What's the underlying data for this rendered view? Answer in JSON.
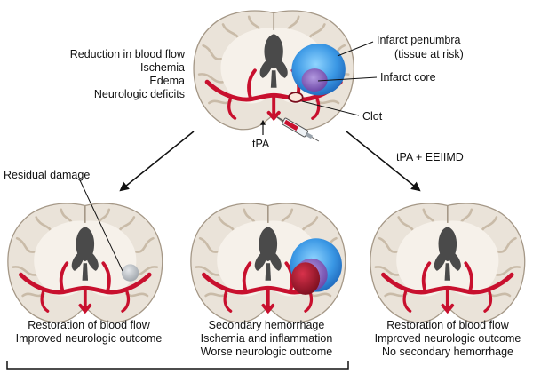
{
  "top": {
    "symptoms": [
      "Reduction in blood flow",
      "Ischemia",
      "Edema",
      "Neurologic deficits"
    ],
    "penumbra_label": "Infarct penumbra",
    "penumbra_sublabel": "(tissue at risk)",
    "core_label": "Infarct core",
    "clot_label": "Clot",
    "drug_label": "tPA"
  },
  "arrows": {
    "right_label": "tPA + EEIIMD"
  },
  "left": {
    "residual_label": "Residual damage",
    "outcome": [
      "Restoration of blood flow",
      "Improved neurologic outcome"
    ]
  },
  "middle": {
    "outcome": [
      "Secondary hemorrhage",
      "Ischemia and inflammation",
      "Worse neurologic outcome"
    ]
  },
  "right": {
    "outcome": [
      "Restoration of blood flow",
      "Improved neurologic outcome",
      "No secondary hemorrhage"
    ]
  },
  "colors": {
    "brain_fill": "#eae3d9",
    "brain_stroke": "#a59887",
    "gyri": "#c9bba8",
    "white_matter": "#f6f1ea",
    "ventricle": "#4a4a4a",
    "artery": "#c8102e",
    "penumbra": "#2f86d8",
    "core": "#8a63c0",
    "hemorrhage": "#a1172b",
    "residual": "#b8bcc0"
  }
}
